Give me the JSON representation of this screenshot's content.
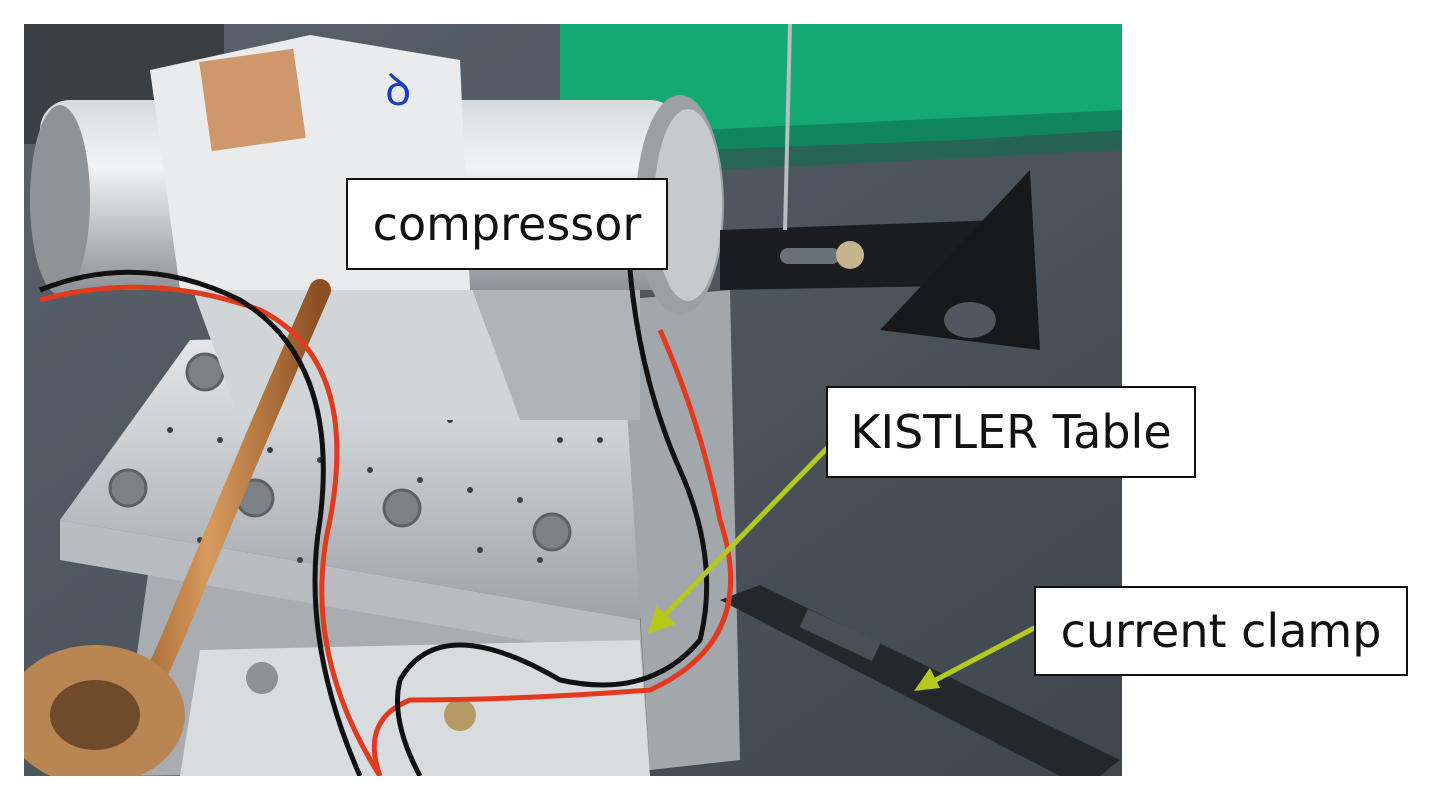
{
  "labels": {
    "compressor": "compressor",
    "kistler_table": "KISTLER Table",
    "current_clamp": "current clamp"
  },
  "colors": {
    "background": "#ffffff",
    "arrow": "#b5c81c",
    "bench_green": "#14a874",
    "floor_gray": "#4f5860",
    "aluminium": "#c9ccd0",
    "wire_red": "#e23a1e",
    "wire_black": "#111111",
    "copper": "#c07a3e"
  }
}
